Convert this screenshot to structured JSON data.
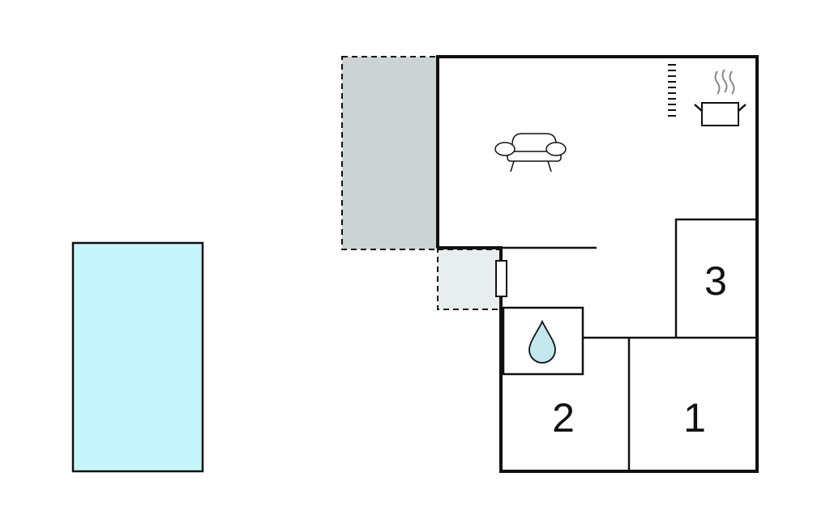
{
  "colors": {
    "pool": "#c6f6fb",
    "terrace_main": "#cbd3d3",
    "terrace_small": "#e8eeee",
    "wall": "#111111",
    "water_drop": "#c2e8ee",
    "background": "#ffffff"
  },
  "icons": {
    "living_area": "sofa-icon",
    "kitchen": "cooking-pot-icon",
    "stairs": "stairs-icon",
    "bathroom": "water-drop-icon",
    "entrance": "door-icon"
  },
  "rooms": {
    "bedroom_1": {
      "label": "1"
    },
    "bedroom_2": {
      "label": "2"
    },
    "bedroom_3": {
      "label": "3"
    }
  }
}
